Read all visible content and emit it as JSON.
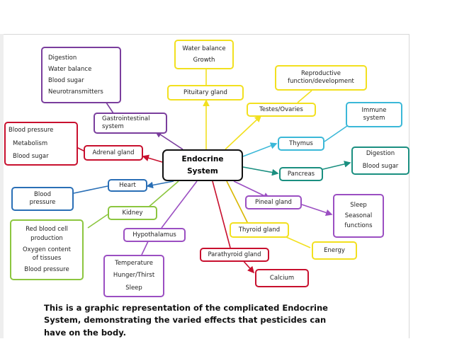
{
  "hub": {
    "line1": "Endocrine",
    "line2": "System"
  },
  "nodes": {
    "gi_effects": [
      "Digestion",
      "Water balance",
      "Blood sugar",
      "Neurotransmitters"
    ],
    "pituitary_effects": [
      "Water balance",
      "Growth"
    ],
    "repro_effects": [
      "Reproductive",
      "function/development"
    ],
    "pituitary": "Pituitary gland",
    "gi": [
      "Gastrointestinal",
      "system"
    ],
    "testes": "Testes/Ovaries",
    "immune": [
      "Immune",
      "system"
    ],
    "adrenal_effects": [
      "Blood pressure",
      "Metabolism",
      "Blood sugar"
    ],
    "thymus": "Thymus",
    "adrenal": "Adrenal gland",
    "pancreas_effects": [
      "Digestion",
      "Blood sugar"
    ],
    "pancreas": "Pancreas",
    "heart": "Heart",
    "heart_effects": [
      "Blood",
      "pressure"
    ],
    "pineal": "Pineal gland",
    "pineal_effects": [
      "Sleep",
      "Seasonal",
      "functions"
    ],
    "kidney": "Kidney",
    "kidney_effects": [
      "Red blood cell",
      "production",
      "Oxygen content",
      "of tissues",
      "Blood pressure"
    ],
    "thyroid": "Thyroid gland",
    "hypothalamus": "Hypothalamus",
    "thyroid_effects": [
      "Energy"
    ],
    "parathyroid": "Parathyroid gland",
    "hypothalamus_effects": [
      "Temperature",
      "Hunger/Thirst",
      "Sleep"
    ],
    "parathyroid_effects": [
      "Calcium"
    ]
  },
  "caption": {
    "line1": "This is a graphic representation of the complicated Endocrine",
    "line2": "System, demonstrating the varied effects that pesticides can",
    "line3": "have on the body."
  },
  "colors": {
    "purple": "#7a3e9d",
    "yellow": "#f2e01f",
    "cyan": "#3bb8d8",
    "teal": "#1a8f80",
    "red": "#c8102e",
    "blue": "#2a6fb6",
    "green": "#8cc63f",
    "violet": "#9b4fc2",
    "gold": "#d9b800"
  }
}
